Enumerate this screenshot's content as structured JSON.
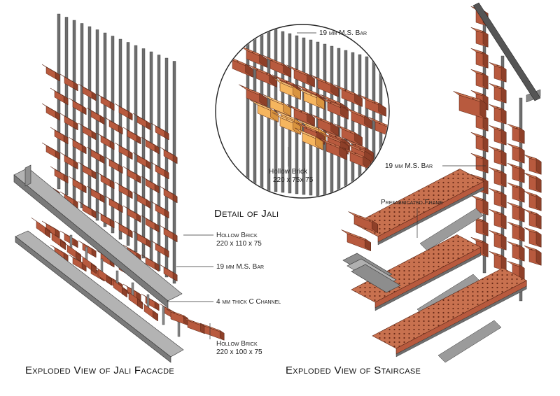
{
  "titles": {
    "detail": "Detail of Jali",
    "facade": "Exploded View of Jali Facacde",
    "staircase": "Exploded View of Staircase"
  },
  "labels": {
    "detail_bar": "19 mm M.S. Bar",
    "detail_brick_1": "Hollow Brick",
    "detail_brick_2": "220 x 75x 75",
    "facade_brick_1": "Hollow Brick",
    "facade_brick_2": "220 x 110 x 75",
    "facade_bar": "19 mm M.S. Bar",
    "facade_channel": "4 mm thick C Channel",
    "facade_brick_b1": "Hollow Brick",
    "facade_brick_b2": "220 x 100 x 75",
    "stair_bar": "19 mm M.S. Bar",
    "stair_frame": "Prefabricated Frame"
  },
  "colors": {
    "brick": "#b85a3e",
    "brick_top": "#c8714f",
    "brick_side": "#8e4029",
    "highlight": "#f5b55e",
    "steel": "#6e6e6e",
    "steel_light": "#a9a9a9",
    "line": "#333333"
  }
}
